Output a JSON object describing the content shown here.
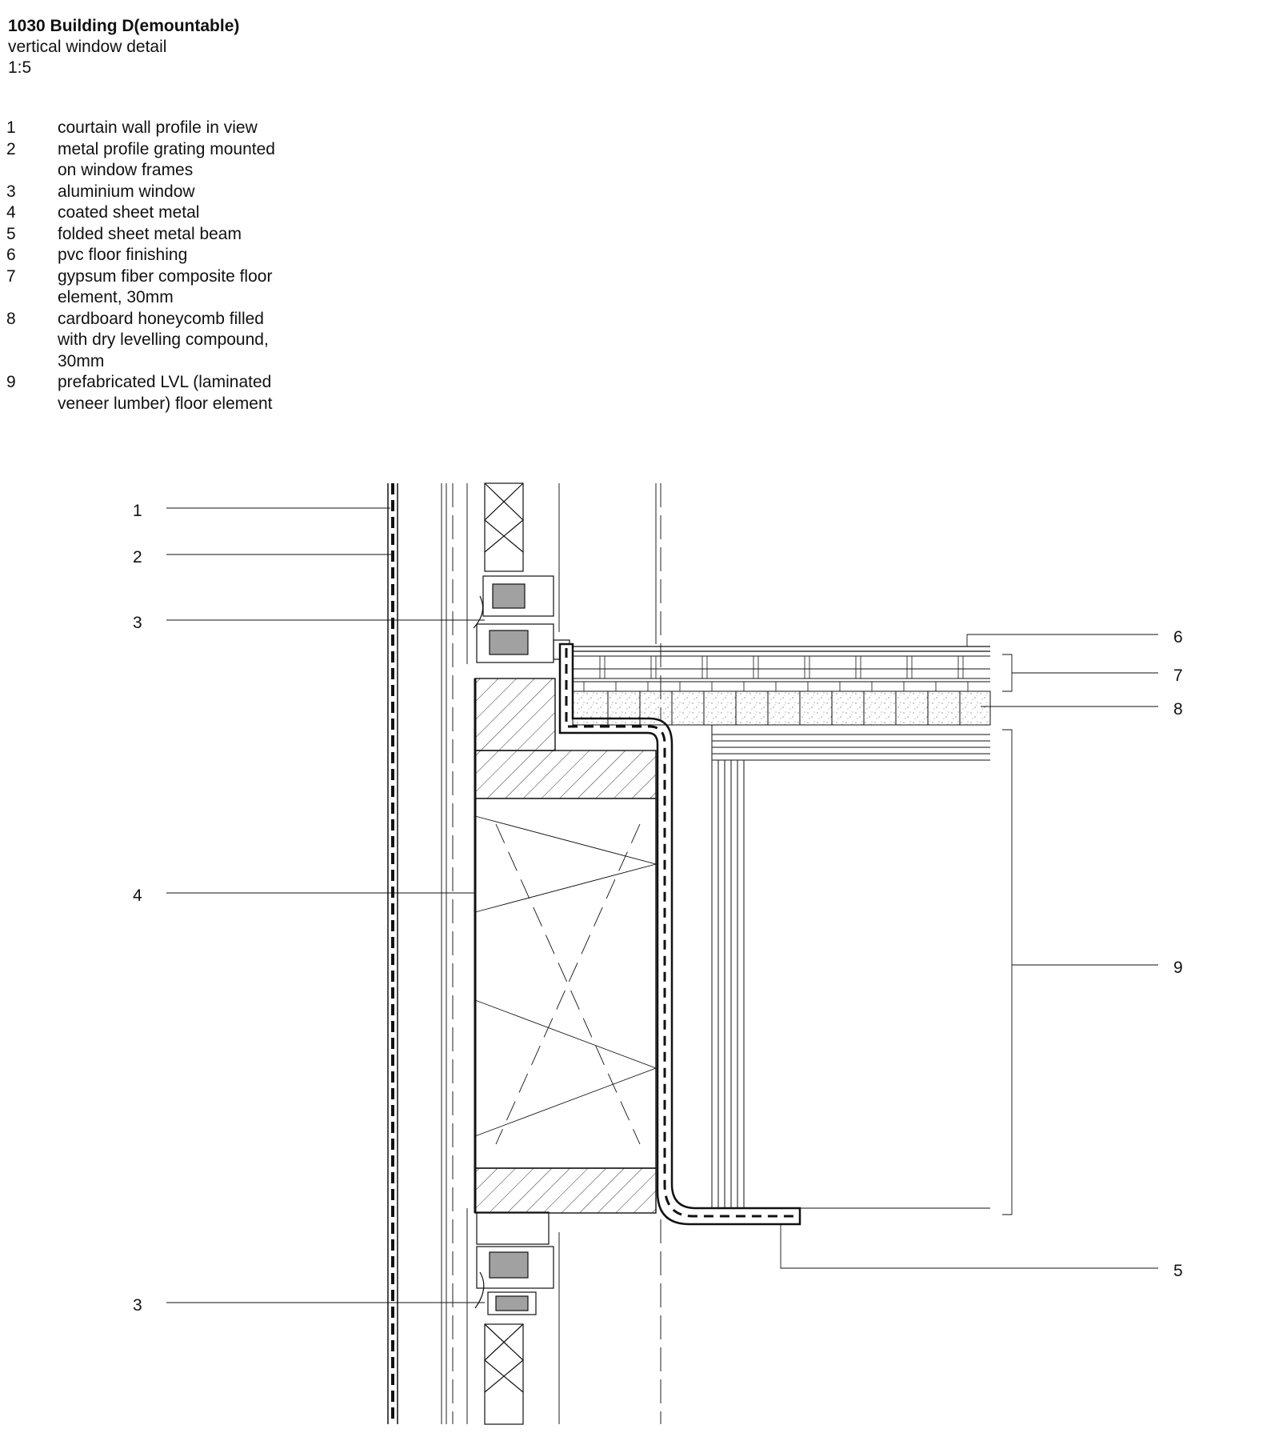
{
  "header": {
    "title": "1030 Building D(emountable)",
    "subtitle": "vertical window detail",
    "scale": "1:5"
  },
  "legend": [
    {
      "num": "1",
      "text": "courtain wall profile in view"
    },
    {
      "num": "2",
      "text": "metal profile grating mounted\non window frames"
    },
    {
      "num": "3",
      "text": "aluminium window"
    },
    {
      "num": "4",
      "text": "coated sheet metal"
    },
    {
      "num": "5",
      "text": "folded sheet metal beam"
    },
    {
      "num": "6",
      "text": "pvc floor finishing"
    },
    {
      "num": "7",
      "text": "gypsum fiber composite floor\nelement, 30mm"
    },
    {
      "num": "8",
      "text": "cardboard honeycomb filled\nwith dry levelling compound,\n30mm"
    },
    {
      "num": "9",
      "text": "prefabricated LVL (laminated\nveneer lumber) floor element"
    }
  ],
  "callouts": {
    "c1": "1",
    "c2": "2",
    "c3a": "3",
    "c4": "4",
    "c3b": "3",
    "c6": "6",
    "c7": "7",
    "c8": "8",
    "c9": "9",
    "c5": "5"
  }
}
